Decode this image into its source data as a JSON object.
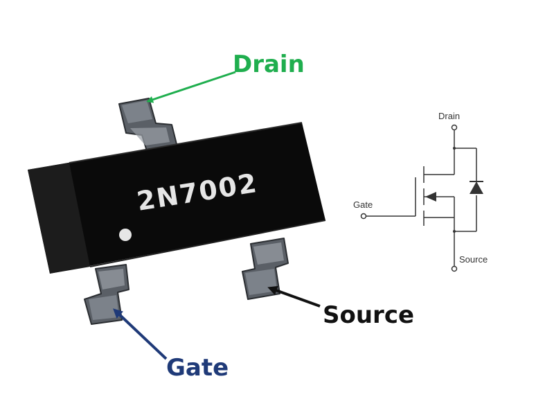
{
  "part_number": "2N7002",
  "callouts": {
    "drain": "Drain",
    "gate": "Gate",
    "source": "Source"
  },
  "schematic": {
    "drain": "Drain",
    "gate": "Gate",
    "source": "Source"
  },
  "colors": {
    "drain": "#1fae4e",
    "gate": "#1f3a78",
    "source": "#111111",
    "package_body": "#0a0a0a",
    "package_side": "#1c1c1c",
    "lead_fill": "#5a5f66",
    "lead_highlight": "#9aa0a6",
    "schematic_line": "#333333"
  },
  "icons": {
    "pin1_marker": "circle-dot",
    "schematic_body_diode": "diode-triangle",
    "schematic_channel_arrow": "arrow-left"
  }
}
